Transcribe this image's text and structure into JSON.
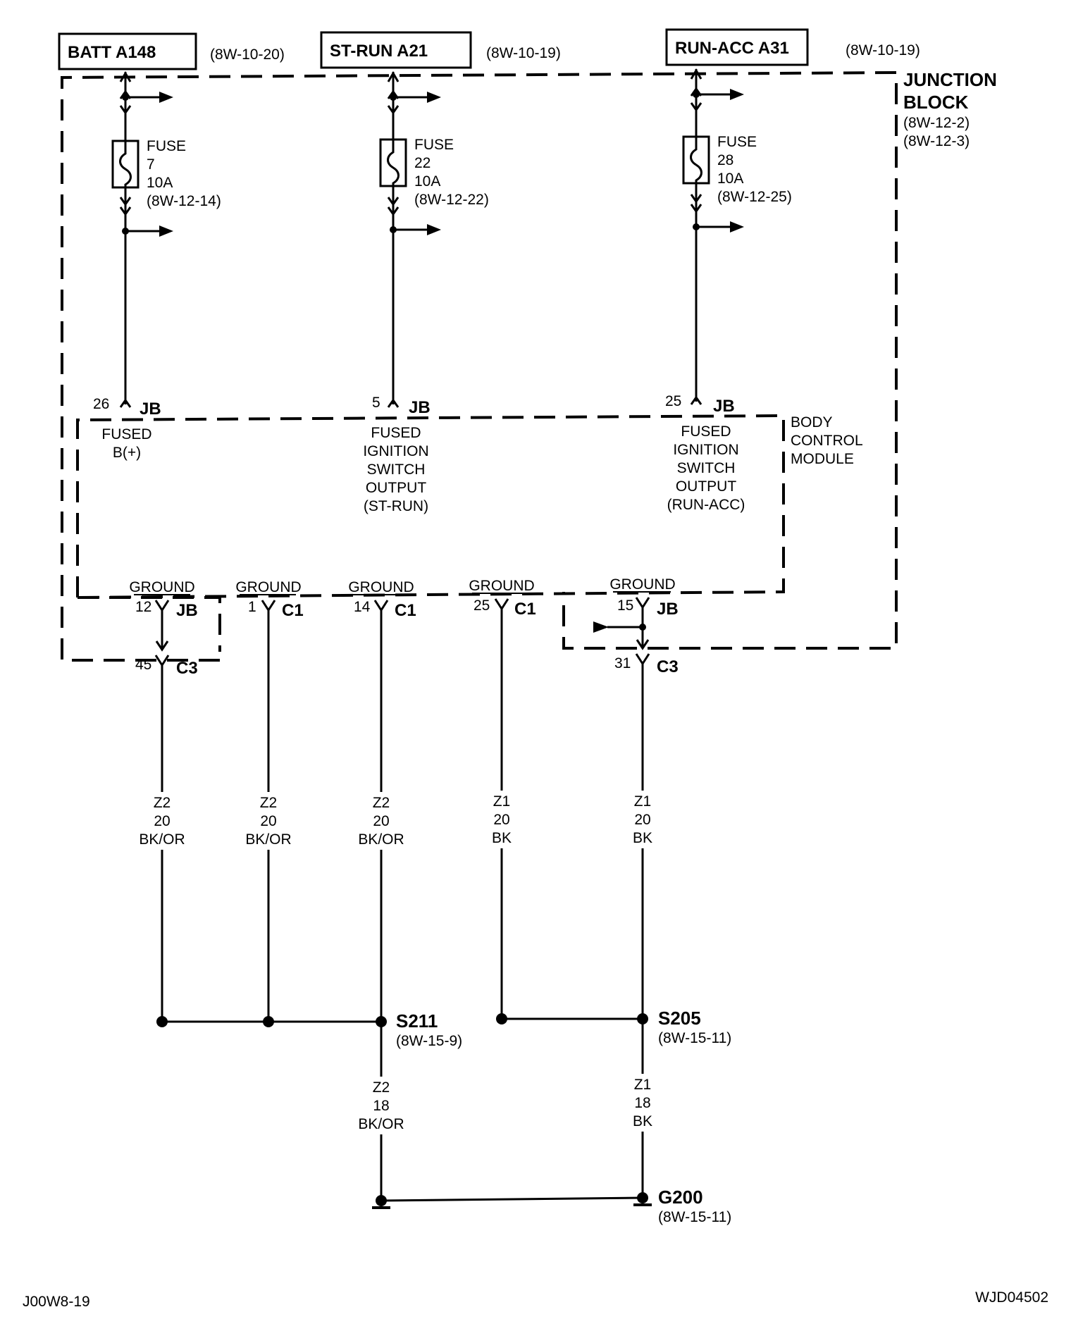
{
  "sources": [
    {
      "name": "BATT A148",
      "ref": "(8W-10-20)"
    },
    {
      "name": "ST-RUN A21",
      "ref": "(8W-10-19)"
    },
    {
      "name": "RUN-ACC A31",
      "ref": "(8W-10-19)"
    }
  ],
  "junction_block": {
    "line1": "JUNCTION",
    "line2": "BLOCK",
    "ref1": "(8W-12-2)",
    "ref2": "(8W-12-3)"
  },
  "fuses": [
    {
      "label": "FUSE",
      "num": "7",
      "rating": "10A",
      "ref": "(8W-12-14)"
    },
    {
      "label": "FUSE",
      "num": "22",
      "rating": "10A",
      "ref": "(8W-12-22)"
    },
    {
      "label": "FUSE",
      "num": "28",
      "rating": "10A",
      "ref": "(8W-12-25)"
    }
  ],
  "bcm": {
    "line1": "BODY",
    "line2": "CONTROL",
    "line3": "MODULE"
  },
  "inputs": [
    {
      "pin": "26",
      "conn": "JB",
      "lines": [
        "FUSED",
        "B(+)"
      ]
    },
    {
      "pin": "5",
      "conn": "JB",
      "lines": [
        "FUSED",
        "IGNITION",
        "SWITCH",
        "OUTPUT",
        "(ST-RUN)"
      ]
    },
    {
      "pin": "25",
      "conn": "JB",
      "lines": [
        "FUSED",
        "IGNITION",
        "SWITCH",
        "OUTPUT",
        "(RUN-ACC)"
      ]
    }
  ],
  "grounds": [
    {
      "label": "GROUND",
      "pin": "12",
      "conn": "JB"
    },
    {
      "label": "GROUND",
      "pin": "1",
      "conn": "C1"
    },
    {
      "label": "GROUND",
      "pin": "14",
      "conn": "C1"
    },
    {
      "label": "GROUND",
      "pin": "25",
      "conn": "C1"
    },
    {
      "label": "GROUND",
      "pin": "15",
      "conn": "JB"
    }
  ],
  "c3": [
    {
      "pin": "45",
      "conn": "C3"
    },
    {
      "pin": "31",
      "conn": "C3"
    }
  ],
  "wires": [
    {
      "circuit": "Z2",
      "gauge": "20",
      "color": "BK/OR"
    },
    {
      "circuit": "Z2",
      "gauge": "20",
      "color": "BK/OR"
    },
    {
      "circuit": "Z2",
      "gauge": "20",
      "color": "BK/OR"
    },
    {
      "circuit": "Z1",
      "gauge": "20",
      "color": "BK"
    },
    {
      "circuit": "Z1",
      "gauge": "20",
      "color": "BK"
    },
    {
      "circuit": "Z2",
      "gauge": "18",
      "color": "BK/OR"
    },
    {
      "circuit": "Z1",
      "gauge": "18",
      "color": "BK"
    }
  ],
  "splices": [
    {
      "name": "S211",
      "ref": "(8W-15-9)"
    },
    {
      "name": "S205",
      "ref": "(8W-15-11)"
    }
  ],
  "ground_point": {
    "name": "G200",
    "ref": "(8W-15-11)"
  },
  "footer": {
    "left": "J00W8-19",
    "right": "WJD04502"
  }
}
